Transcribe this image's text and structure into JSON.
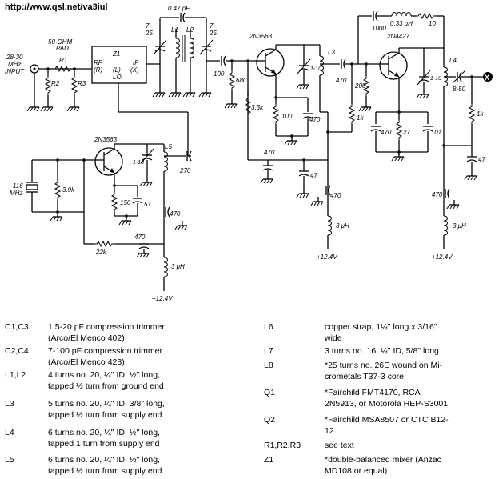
{
  "header": {
    "url": "http://www.qsl.net/va3iul"
  },
  "schematic": {
    "input_label_1": "28-30",
    "input_label_2": "MHz",
    "input_label_3": "INPUT",
    "pad_label_1": "50-OHM",
    "pad_label_2": "PAD",
    "r1": "R1",
    "r2": "R2",
    "r3": "R3",
    "z1": "Z1",
    "z1_rf": "RF",
    "z1_r": "(R)",
    "z1_l": "(L)",
    "z1_lo": "LO",
    "z1_if": "IF",
    "z1_x": "(X)",
    "cap_047": "0.47 pF",
    "l1": "L1",
    "l2": "L2",
    "trim_725_a": "7-",
    "trim_725_b": "25",
    "trim_725c_a": "7-",
    "trim_725c_b": "25",
    "cap_100": "100",
    "q1": "2N3563",
    "r_680": "680",
    "r_33k": "3.3k",
    "c_100b": "100",
    "c_470a": "470",
    "c_470b": "470",
    "c_470c": "470",
    "c_47": "47",
    "c_470d": "470",
    "l3": "L3",
    "trim_110a": "1-10",
    "c_470e": "470",
    "r_1k": "1k",
    "r_200": "200",
    "c_1000": "1000",
    "l_033": "0.33 μH",
    "r_10": "10",
    "q2": "2N4427",
    "c_470f": "470",
    "r_27": "27",
    "c_01": ".01",
    "l4": "L4",
    "trim_110b": "1-10",
    "trim_850": "8-50",
    "r_1kb": "1k",
    "c_47b": "47",
    "c_470g": "470",
    "l_3uh_a": "3 μH",
    "v124_a": "+12.4V",
    "l_3uh_b": "3 μH",
    "v124_b": "+12.4V",
    "out_x": "X",
    "xtal": "116",
    "xtal_unit": "MHz",
    "q3": "2N3563",
    "r_39k": "3.9k",
    "r_150": "150",
    "c_51": "51",
    "l5": "L5",
    "trim_110c": "1-10",
    "c_270": "270",
    "c_470h": "470",
    "r_22k": "22k",
    "c_470i": "470",
    "l_3uh_c": "3 μH",
    "v124_c": "+12.4V"
  },
  "parts_left": [
    {
      "ref": "C1,C3",
      "lines": [
        "1.5-20 pF compression trimmer",
        "(Arco/El Menco 402)"
      ]
    },
    {
      "ref": "C2,C4",
      "lines": [
        "7-100 pF compression trimmer",
        "(Arco/El Menco 423)"
      ]
    },
    {
      "ref": "L1,L2",
      "lines": [
        "4 turns no. 20, ¼\" ID, ½\" long,",
        "tapped ½ turn from ground end"
      ]
    },
    {
      "ref": "L3",
      "lines": [
        "5 turns no. 20, ¼\" ID, 3/8\" long,",
        "tapped ½ turn from supply end"
      ]
    },
    {
      "ref": "L4",
      "lines": [
        "6 turns no. 20, ¼\" ID, ½\" long,",
        "tapped 1 turn from supply end"
      ]
    },
    {
      "ref": "L5",
      "lines": [
        "6 turns no. 20, ¼\" ID, ½\" long,",
        "tapped ½ turn from supply end"
      ]
    }
  ],
  "parts_right": [
    {
      "ref": "L6",
      "lines": [
        "copper strap, 1¼\" long x 3/16\"",
        "wide"
      ]
    },
    {
      "ref": "L7",
      "lines": [
        "3 turns no. 16, ¼\" ID, 5/8\" long"
      ]
    },
    {
      "ref": "L8",
      "lines": [
        "*25 turns no. 26E wound on Mi-",
        "crometals T37-3 core"
      ]
    },
    {
      "ref": "Q1",
      "lines": [
        "*Fairchild FMT4170, RCA",
        "2N5913, or Motorola HEP-S3001"
      ]
    },
    {
      "ref": "Q2",
      "lines": [
        "*Fairchild MSA8507 or CTC B12-",
        "12"
      ]
    },
    {
      "ref": "R1,R2,R3",
      "lines": [
        "see text"
      ]
    },
    {
      "ref": "Z1",
      "lines": [
        "*double-balanced mixer (Anzac",
        "MD108 or equal)"
      ]
    }
  ]
}
